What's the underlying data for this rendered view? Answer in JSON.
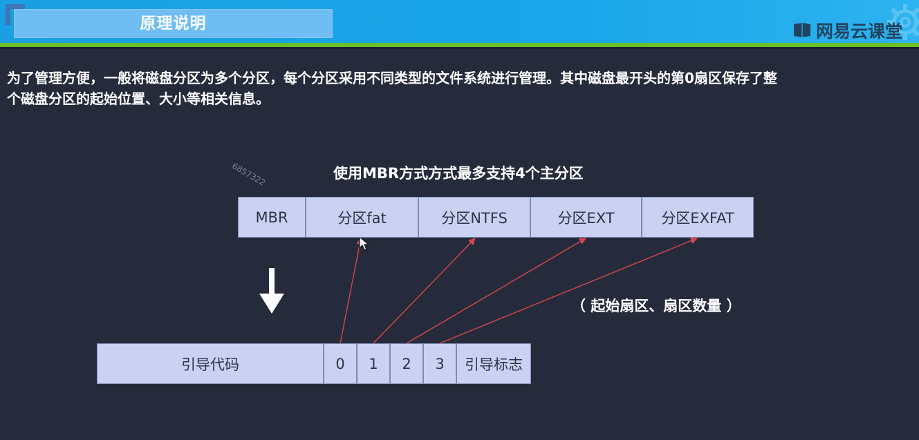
{
  "header": {
    "title": "原理说明",
    "brand": "网易云课堂",
    "colors": {
      "blue": "#19a5e9",
      "green": "#69c127",
      "title_box": "#70bdf4"
    }
  },
  "intro": {
    "text": "为了管理方便，一般将磁盘分区为多个分区，每个分区采用不同类型的文件系统进行管理。其中磁盘最开头的第0扇区保存了整\n个磁盘分区的起始位置、大小等相关信息。"
  },
  "watermark": "6857322",
  "diagram": {
    "title": "使用MBR方式方式最多支持4个主分区",
    "top_row": [
      "MBR",
      "分区fat",
      "分区NTFS",
      "分区EXT",
      "分区EXFAT"
    ],
    "bottom_row": [
      "引导代码",
      "0",
      "1",
      "2",
      "3",
      "引导标志"
    ],
    "note": "（ 起始扇区、扇区数量 ）",
    "links": [
      {
        "from": "0",
        "to": "分区fat"
      },
      {
        "from": "1",
        "to": "分区NTFS"
      },
      {
        "from": "2",
        "to": "分区EXT"
      },
      {
        "from": "3",
        "to": "分区EXFAT"
      }
    ],
    "colors": {
      "cell_fill": "#cad1f2",
      "cell_border": "#7f8bb6",
      "link": "#d8464d",
      "arrow": "#ffffff"
    },
    "icons": [
      "down-arrow-icon",
      "mouse-cursor-icon"
    ]
  }
}
